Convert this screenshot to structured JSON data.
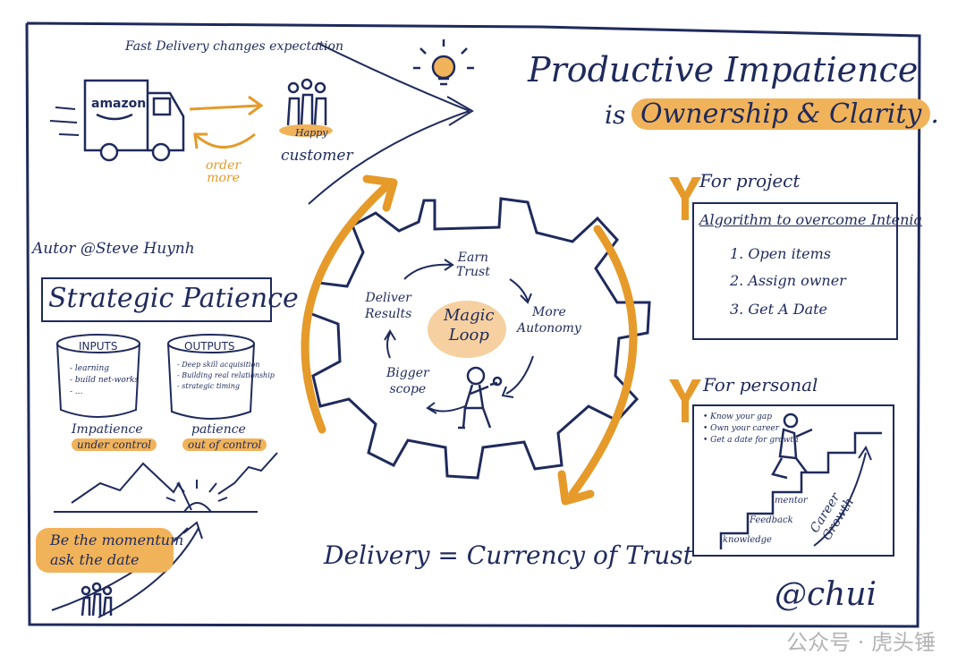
{
  "header": {
    "fast_delivery": "Fast Delivery changes expectation",
    "amazon": "amazon",
    "order_more": [
      "order",
      "more"
    ],
    "happy": "Happy",
    "customer": "customer",
    "title_line1": "Productive Impatience",
    "title_is": "is",
    "title_highlight": "Ownership & Clarity",
    "title_dot": "."
  },
  "author": "Autor @Steve Huynh",
  "strategic": {
    "title": "Strategic Patience",
    "inputs_label": "INPUTS",
    "inputs_items": [
      "- learning",
      "- build net-works",
      "- ..."
    ],
    "outputs_label": "OUTPUTS",
    "outputs_items": [
      "- Deep skill acquisition",
      "- Building real relationship",
      "- strategic timing"
    ],
    "impatience": "Impatience",
    "under_control": "under control",
    "patience": "patience",
    "out_of_control": "out of control",
    "momentum_line1": "Be the momentum",
    "momentum_line2": "ask the date"
  },
  "loop": {
    "earn_trust": [
      "Earn",
      "Trust"
    ],
    "deliver_results": [
      "Deliver",
      "Results"
    ],
    "more_autonomy": [
      "More",
      "Autonomy"
    ],
    "bigger_scope": [
      "Bigger",
      "scope"
    ],
    "magic_loop": [
      "Magic",
      "Loop"
    ]
  },
  "equation": "Delivery = Currency of Trust",
  "project": {
    "heading": "For project",
    "algorithm_title": "Algorithm to overcome Intenia",
    "steps": [
      "1. Open items",
      "2. Assign owner",
      "3. Get A Date"
    ]
  },
  "personal": {
    "heading": "For personal",
    "bullets": [
      "• Know your gap",
      "• Own your career",
      "• Get a date for growth"
    ],
    "stairs": [
      "mentor",
      "Feedback",
      "knowledge"
    ],
    "career_growth": [
      "Career",
      "Growth"
    ]
  },
  "signature": "@chui",
  "watermark": "公众号 · 虎头锤",
  "colors": {
    "navy": "#1f2a5c",
    "orange": "#e59a2a",
    "highlight": "#f1b35a"
  }
}
